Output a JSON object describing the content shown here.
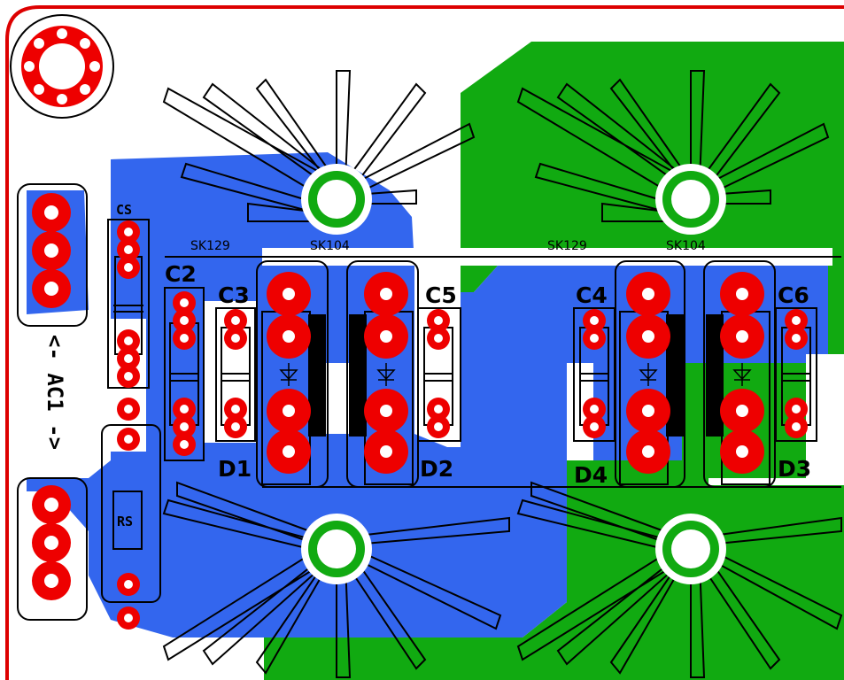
{
  "colors": {
    "board_outline": "#dd0000",
    "pad": "#ee0000",
    "copper_blue": "#3366ee",
    "copper_green": "#11aa11",
    "silk": "#000000",
    "drill": "#ffffff"
  },
  "labels": {
    "cs": "CS",
    "rs": "RS",
    "ac1": "<- AC1 ->",
    "c2": "C2",
    "c3": "C3",
    "c4": "C4",
    "c5": "C5",
    "c6": "C6",
    "d1": "D1",
    "d2": "D2",
    "d3": "D3",
    "d4": "D4",
    "sk129_left": "SK129",
    "sk104_left": "SK104",
    "sk129_right": "SK129",
    "sk104_right": "SK104"
  }
}
